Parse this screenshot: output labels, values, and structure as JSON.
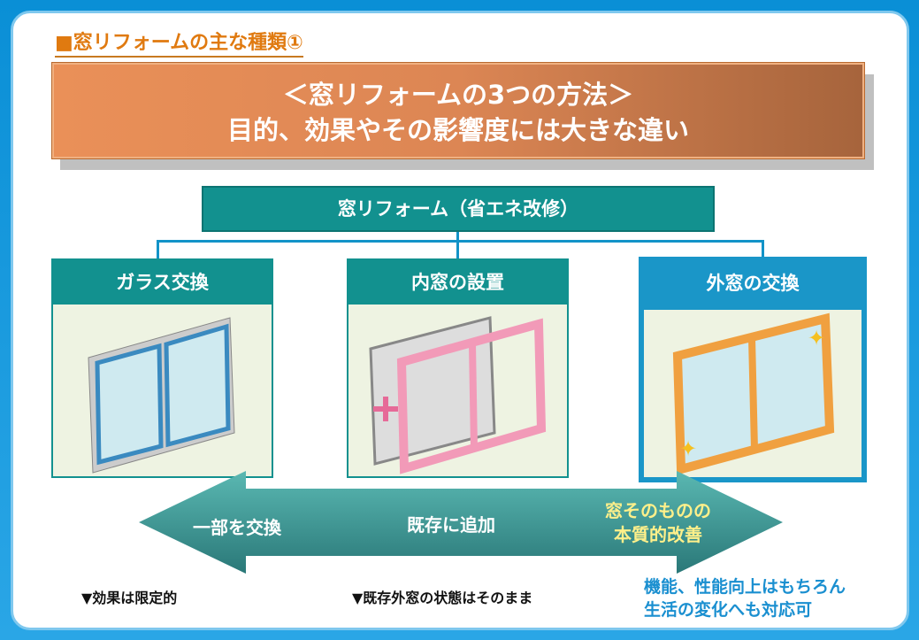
{
  "title": "■窓リフォームの主な種類①",
  "banner": {
    "line1": "＜窓リフォームの3つの方法＞",
    "line2": "目的、効果やその影響度には大きな違い"
  },
  "root": "窓リフォーム（省エネ改修）",
  "cards": [
    {
      "label": "ガラス交換"
    },
    {
      "label": "内窓の設置"
    },
    {
      "label": "外窓の交換"
    }
  ],
  "arrow": {
    "left": "一部を交換",
    "center": "既存に追加",
    "right1": "窓そのものの",
    "right2": "本質的改善"
  },
  "notes": {
    "left": "▼効果は限定的",
    "center": "▼既存外窓の状態はそのまま",
    "right1": "機能、性能向上はもちろん",
    "right2": "生活の変化へも対応可"
  },
  "colors": {
    "teal": "#12918f",
    "blue": "#1a96c8",
    "orange": "#e07a10",
    "yellow": "#fff08a"
  }
}
